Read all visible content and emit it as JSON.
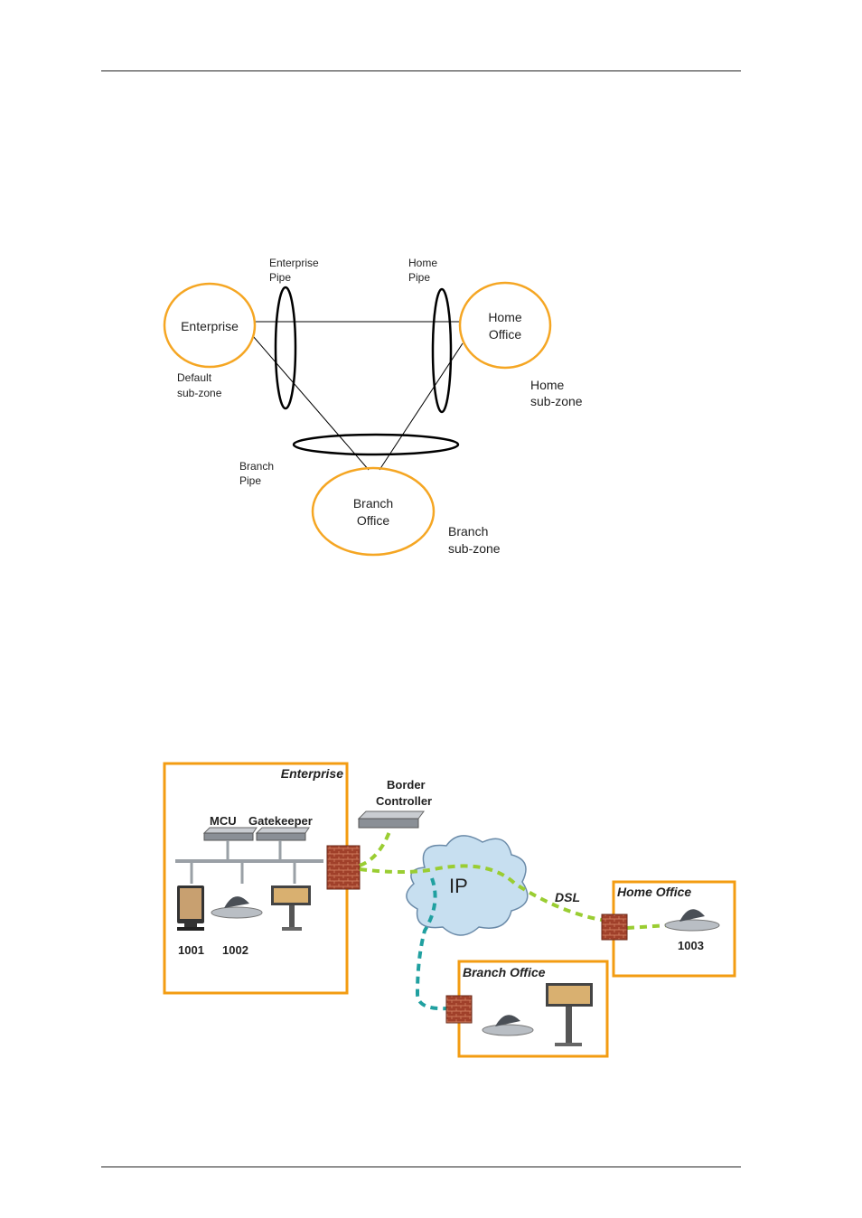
{
  "diagram1": {
    "zones": {
      "enterprise": "Enterprise",
      "home": [
        "Home",
        "Office"
      ],
      "branch": [
        "Branch",
        "Office"
      ]
    },
    "pipes": {
      "enterprise": [
        "Enterprise",
        "Pipe"
      ],
      "home": [
        "Home",
        "Pipe"
      ],
      "branch": [
        "Branch",
        "Pipe"
      ]
    },
    "subzones": {
      "default": [
        "Default",
        "sub-zone"
      ],
      "home": [
        "Home",
        "sub-zone"
      ],
      "branch": [
        "Branch",
        "sub-zone"
      ]
    },
    "colors": {
      "zone_ring": "#f5a623",
      "line": "#000000"
    }
  },
  "diagram2": {
    "enterprise_title": "Enterprise",
    "border_controller": [
      "Border",
      "Controller"
    ],
    "mcu": "MCU",
    "gatekeeper": "Gatekeeper",
    "ip": "IP",
    "dsl": "DSL",
    "home_office_title": "Home Office",
    "branch_office_title": "Branch Office",
    "endpoints": {
      "e1": "1001",
      "e2": "1002",
      "home": "1003"
    },
    "colors": {
      "box": "#f39c12",
      "green_link": "#9acd32",
      "teal_link": "#20a0a0",
      "cloud": "#c7dff0",
      "firewall": "#a0402a"
    }
  }
}
